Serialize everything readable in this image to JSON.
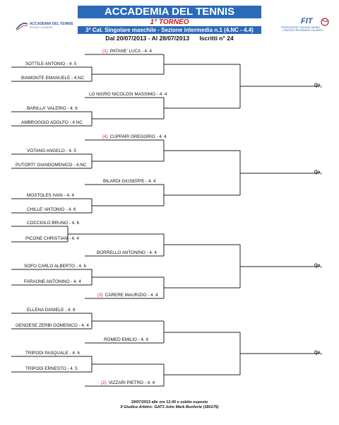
{
  "header": {
    "title": "ACCADEMIA DEL TENNIS",
    "torneo": "1° TORNEO",
    "category": "3ª Cat. Singolare maschile - Sezione intermedia n.1 (4.NC - 4.4)",
    "date_range": "Dal 20/07/2013 - Al 28/07/2013",
    "iscritti": "Iscritti n° 24"
  },
  "logos": {
    "left_text": "ACCADEMIA DEL TENNIS",
    "left_sub": "REGGIO CALABRIA",
    "right_text": "FIT",
    "right_line1": "FEDERAZIONE ITALIANA TENNIS",
    "right_line2": "COMITATO REGIONALE CALABRO"
  },
  "colors": {
    "header_bg": "#2a6ab8",
    "seed_red": "#cc1a1a"
  },
  "bracket": {
    "seeds": [
      {
        "seed": "(1)",
        "name": "PATANE' LUCA - 4. 4"
      },
      {
        "seed": "(4)",
        "name": "CUPPARI GREGORIO - 4. 4"
      },
      {
        "seed": "(3)",
        "name": "CARERE MAURIZIO - 4. 4"
      },
      {
        "seed": "(2)",
        "name": "VIZZARI PIETRO - 4. 4"
      }
    ],
    "first_round": [
      "SOTTILE ANTONIO - 4. 5",
      "BIAMONTE EMANUELE - 4.NC",
      "BARILLA' VALERIO - 4. 6",
      "AMBROGGIO ADOLFO - 4.NC",
      "VOTANO ANGELO - 4. 5",
      "PUTORTI' GIANDOMENICO - 4.NC",
      "MOSTOLES IVAN - 4. 4",
      "CHILLE' ANTONIO - 4. 6",
      "COCCIOLO BRUNO - 4. 6",
      "PICONE CHRISTIAN - 4. 4",
      "SOFO CARLO ALBERTO - 4. 6",
      "FARAONE ANTONINO - 4. 4",
      "ELLENA DANIELE - 4. 6",
      "GENOESE ZERBI DOMENICO - 4. 4",
      "TRIPODI PASQUALE - 4. 6",
      "TRIPODI ERNESTO - 4. 5"
    ],
    "byes": [
      "LO NIGRO NICOLOSI MASSIMO - 4. 4",
      "BILARDI GIUSEPPE - 4. 4",
      "BORRELLO ANTONINO - 4. 4",
      "ROMEO EMILIO - 4. 4"
    ],
    "qualifiers": [
      {
        "label": "Qu",
        "sub": "1"
      },
      {
        "label": "Qu",
        "sub": "2"
      },
      {
        "label": "Qu",
        "sub": "3"
      },
      {
        "label": "Qu",
        "sub": "4"
      }
    ]
  },
  "footer": {
    "line1": "19/07/2013 alle ore 12.00 e subito esposto",
    "line2": "Il Giudice Arbitro: GAT3 John Mark Bonforte (180175)"
  }
}
